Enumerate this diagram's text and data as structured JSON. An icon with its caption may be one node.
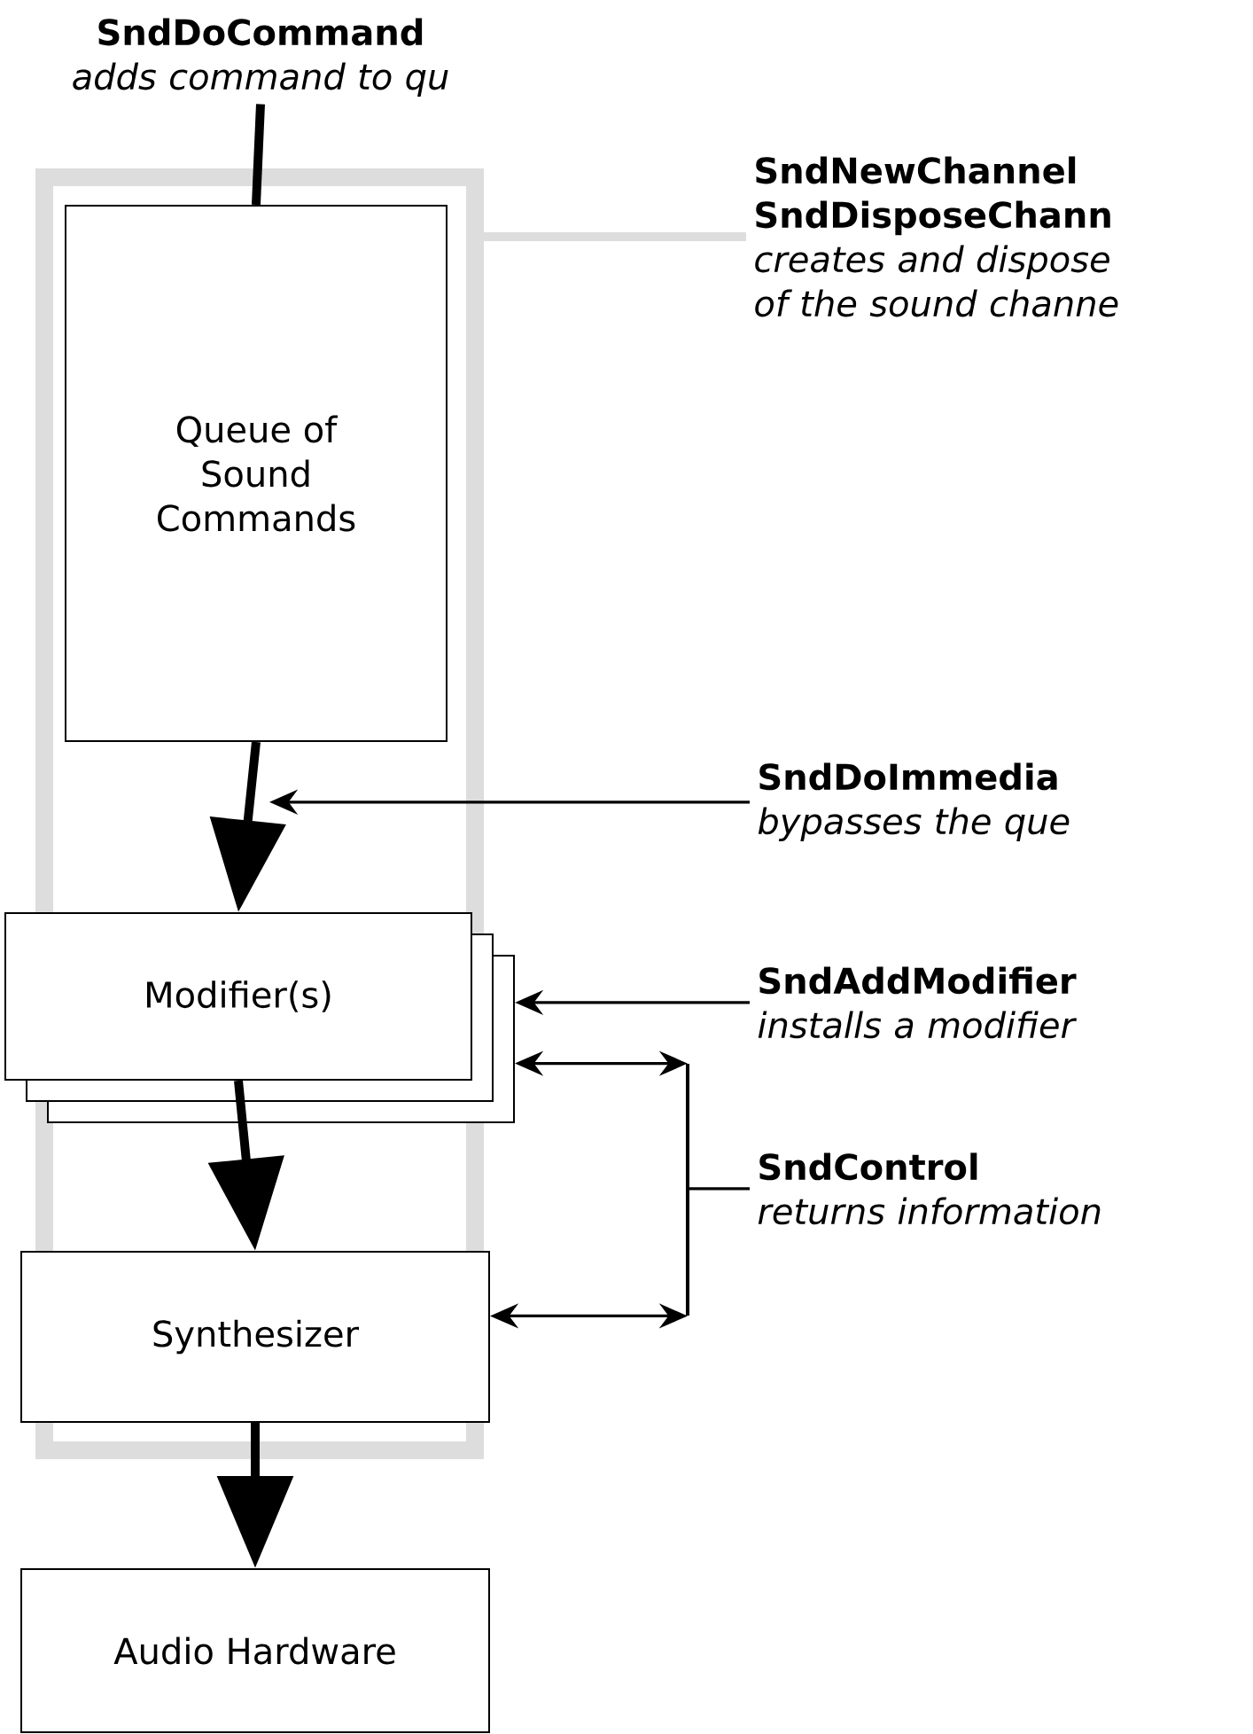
{
  "diagram": {
    "nodes": [
      {
        "text": [
          "SndDoCommand",
          "adds command to qu"
        ]
      },
      {
        "text": [
          "SndNewChannel SndDisposeChann",
          "creates and dispose of the sound channe"
        ]
      },
      {
        "text": [],
        "shape": "box"
      },
      {
        "text": [
          "Queue of Sound Commands"
        ],
        "in": 2
      },
      {
        "text": [
          "Modifier(s)"
        ],
        "in": 2
      },
      {
        "text": [
          "Synthesizer"
        ],
        "in": 2
      },
      {
        "text": [
          "Audio Hardware"
        ]
      },
      {
        "text": [
          "SndDoImmedia",
          "bypasses the que"
        ]
      },
      {
        "text": [
          "SndAddModifier",
          "installs a modifier"
        ]
      },
      {
        "text": [
          "SndControl",
          "returns information"
        ]
      },
      {
        "text": [],
        "shape": "bar"
      }
    ],
    "edges": [
      {
        "from": 0,
        "to": 3,
        "arrow": "none",
        "style": "thick"
      },
      {
        "from": 1,
        "to": 2,
        "arrow": "none",
        "style": "thick",
        "color": "#dddddd"
      },
      {
        "from": 3,
        "to": 4,
        "arrow": "to",
        "style": "thick"
      },
      {
        "from": 7,
        "to": null,
        "arrow": "to"
      },
      {
        "from": 8,
        "to": 4,
        "arrow": "to"
      },
      {
        "from": 9,
        "to": 10,
        "arrow": "none"
      },
      {
        "from": 10,
        "to": 4,
        "arrow": "both"
      },
      {
        "from": 10,
        "to": 5,
        "arrow": "both"
      },
      {
        "from": 4,
        "to": 5,
        "arrow": "to",
        "style": "thick"
      },
      {
        "from": 5,
        "to": 6,
        "arrow": "to",
        "style": "thick"
      }
    ]
  }
}
